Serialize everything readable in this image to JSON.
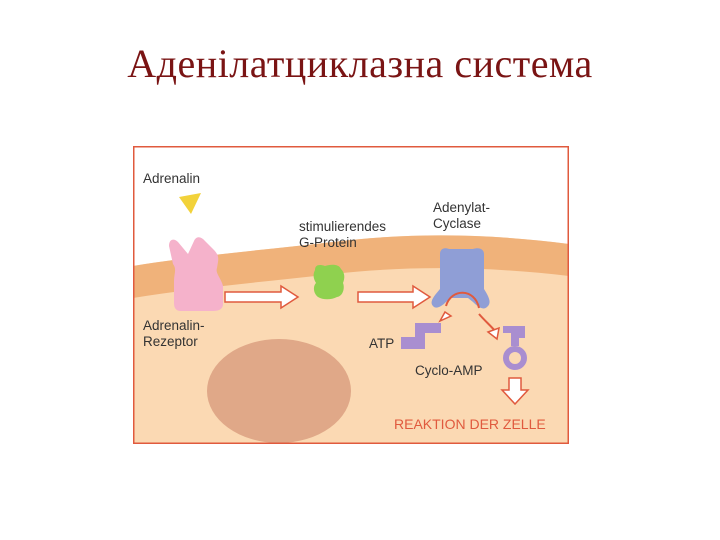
{
  "title": "Аденілатциклазна система",
  "diagram": {
    "labels": {
      "adrenalin": "Adrenalin",
      "g_protein_line1": "stimulierendes",
      "g_protein_line2": "G-Protein",
      "adenylat_line1": "Adenylat-",
      "adenylat_line2": "Cyclase",
      "receptor_line1": "Adrenalin-",
      "receptor_line2": "Rezeptor",
      "atp": "ATP",
      "camp": "Cyclo-AMP",
      "reaction": "REAKTION DER ZELLE"
    },
    "colors": {
      "frame": "#e05a3e",
      "cytoplasm": "#fbd9b3",
      "membrane": "#f0b27a",
      "nucleus": "#e0a888",
      "adrenalin": "#f2d23a",
      "receptor": "#f5b2cb",
      "g_protein": "#8fd14f",
      "adenylat_cyclase": "#8f9ed6",
      "atp_camp": "#a98ed0",
      "arrow": "#e05a3e",
      "title": "#7a1414"
    }
  }
}
